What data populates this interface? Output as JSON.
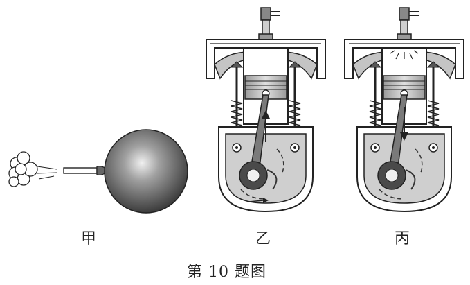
{
  "labels": {
    "jia": "甲",
    "yi": "乙",
    "bing": "丙"
  },
  "caption": "第 10 题图",
  "colors": {
    "stroke": "#222222",
    "fill_gray": "#bdbdbd",
    "fill_dark": "#8a8a8a",
    "ball_dark": "#3c3c3c"
  },
  "icons": {
    "balloon": "balloon-icon",
    "engine": "engine-cylinder-icon"
  }
}
